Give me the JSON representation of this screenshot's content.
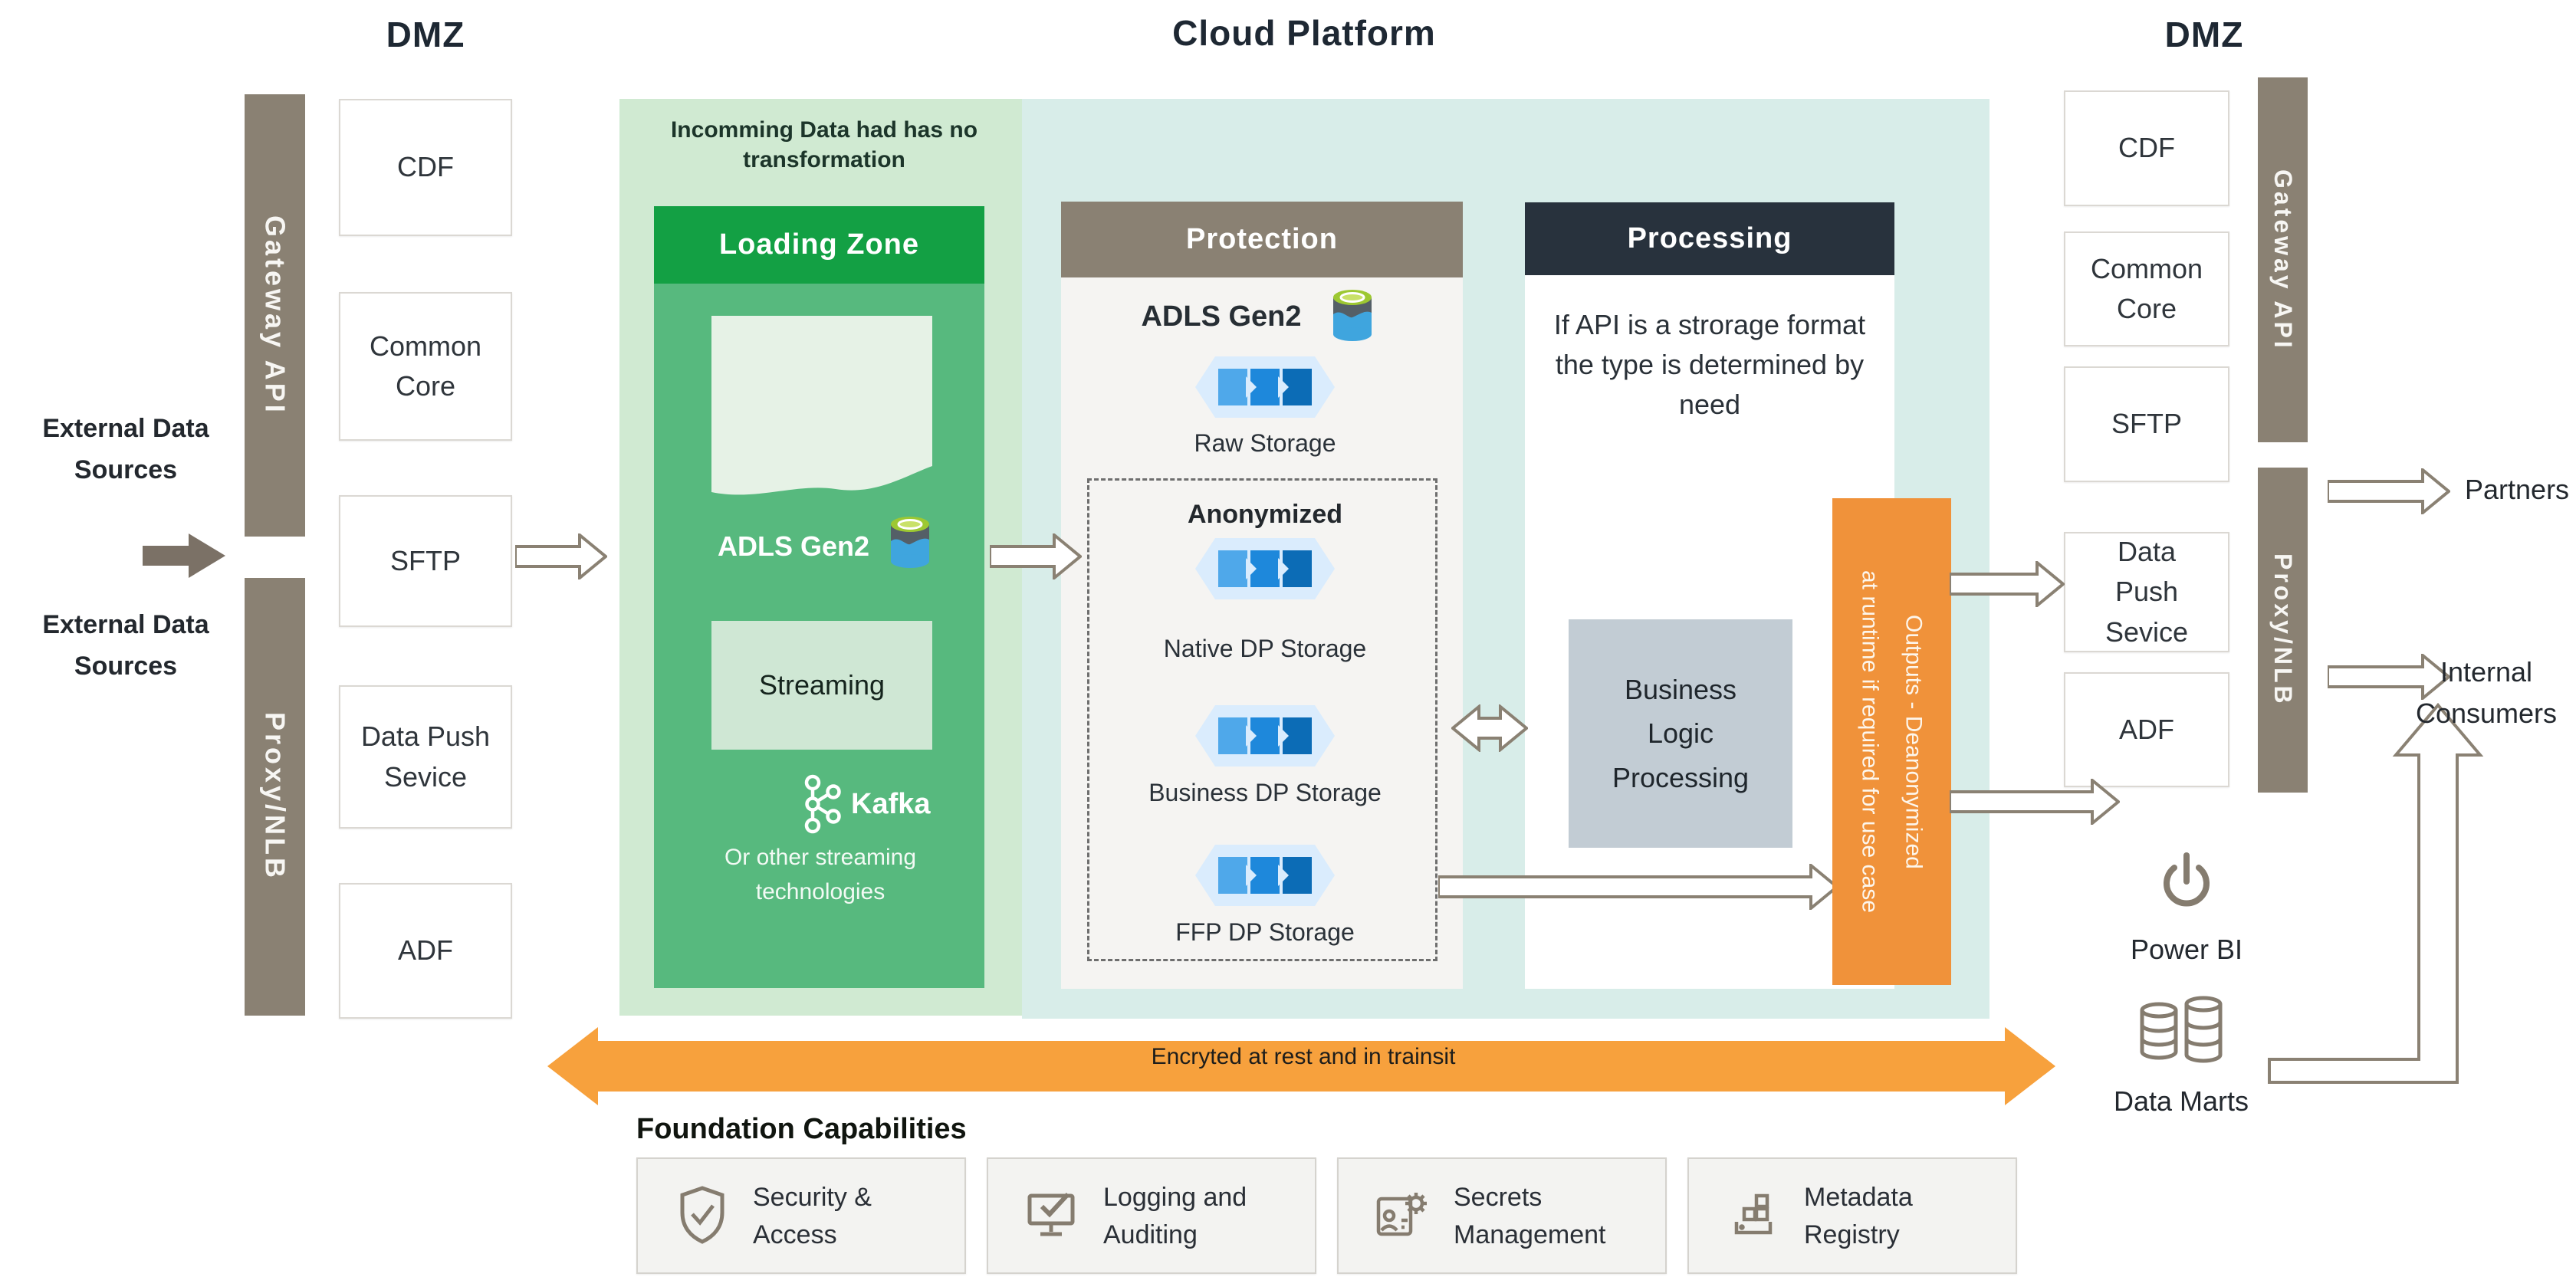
{
  "titles": {
    "dmz_left": "DMZ",
    "cloud_platform": "Cloud Platform",
    "dmz_right": "DMZ"
  },
  "left_dmz": {
    "gateway_bar": "Gateway API",
    "proxy_bar": "Proxy/NLB",
    "boxes": [
      "CDF",
      "Common Core",
      "SFTP",
      "Data Push Sevice",
      "ADF"
    ],
    "external_source_top": "External Data Sources",
    "external_source_bottom": "External Data Sources"
  },
  "loading_zone": {
    "note": "Incomming Data had has no transformation",
    "header": "Loading Zone",
    "adls_label": "ADLS Gen2",
    "streaming_label": "Streaming",
    "kafka_label": "Kafka",
    "streaming_note": "Or other streaming technologies"
  },
  "protection": {
    "header": "Protection",
    "adls_label": "ADLS Gen2",
    "raw_label": "Raw Storage",
    "anonymized_label": "Anonymized",
    "native_label": "Native DP Storage",
    "business_label": "Business DP Storage",
    "ffp_label": "FFP DP Storage"
  },
  "processing": {
    "header": "Processing",
    "note": "If API is a strorage format the type is determined by need",
    "blp_label": "Business Logic Processing"
  },
  "outputs_bar": {
    "line1": "Outputs - Deanonymized",
    "line2": "at runtime if required for use case"
  },
  "encryption_arrow_label": "Encryted at rest and in trainsit",
  "right_dmz": {
    "gateway_bar": "Gateway API",
    "proxy_bar": "Proxy/NLB",
    "boxes": [
      "CDF",
      "Common Core",
      "SFTP",
      "Data Push Sevice",
      "ADF"
    ]
  },
  "consumers": {
    "partners": "Partners",
    "internal": "Internal Consumers",
    "power_bi": "Power BI",
    "data_marts": "Data Marts"
  },
  "foundation": {
    "title": "Foundation Capabilities",
    "items": [
      {
        "icon": "shield-check-icon",
        "label": "Security & Access"
      },
      {
        "icon": "monitor-check-icon",
        "label": "Logging and Auditing"
      },
      {
        "icon": "id-card-gear-icon",
        "label": "Secrets Management"
      },
      {
        "icon": "building-blocks-icon",
        "label": "Metadata Registry"
      }
    ]
  },
  "colors": {
    "taupe": "#8A8173",
    "dark_arrow": "#7B7166",
    "green_header": "#13A044",
    "green_mid": "#57B97E",
    "green_light_panel": "#D0EAD2",
    "streaming_box": "#CFE7D4",
    "teal_panel": "#D8EDE9",
    "navy_header": "#28323D",
    "protection_body": "#F5F4F2",
    "blp_gray": "#C2CCD4",
    "orange_bar": "#F0923A",
    "orange_arrow": "#F7A13D",
    "storage_blue_light": "#4FA8EA",
    "storage_blue_mid": "#1E88DB",
    "storage_blue_dark": "#0C6CB6"
  }
}
